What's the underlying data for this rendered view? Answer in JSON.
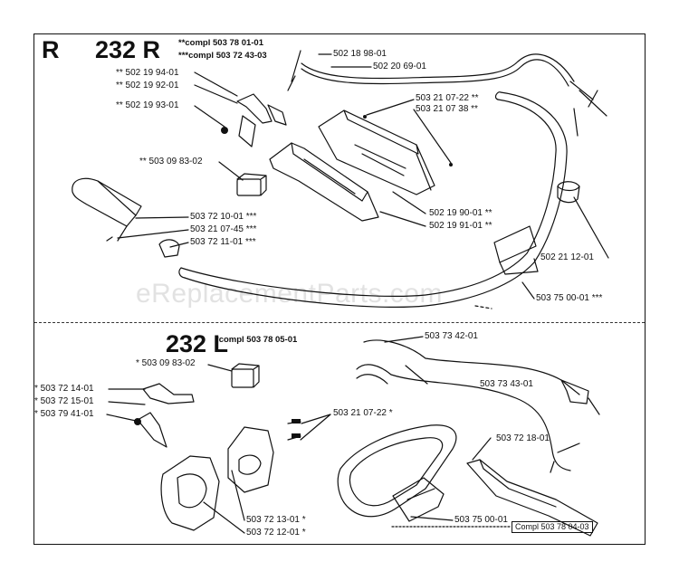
{
  "upper": {
    "section_letter": "R",
    "model": "232 R",
    "compl_notes": [
      "**compl 503 78 01-01",
      "***compl 503 72 43-03"
    ]
  },
  "lower": {
    "model": "232 L",
    "compl_note": "*compl 503 78 05-01",
    "compl_box": "Compl 503 78 04-03"
  },
  "watermark": "eReplacementParts.com",
  "part_labels": {
    "p_502_18_98_01": "502 18 98-01",
    "p_502_20_69_01": "502 20 69-01",
    "p_502_19_94_01": "** 502 19 94-01",
    "p_502_19_92_01": "** 502 19 92-01",
    "p_502_19_93_01": "** 502 19 93-01",
    "p_503_21_07_22_r": "503 21 07-22 **",
    "p_503_21_07_38": "503 21 07 38 **",
    "p_503_09_83_02_r": "** 503 09 83-02",
    "p_503_72_10_01": "503 72 10-01 ***",
    "p_503_21_07_45": "503 21 07-45 ***",
    "p_503_72_11_01": "503 72 11-01 ***",
    "p_502_19_90_01": "502 19 90-01 **",
    "p_502_19_91_01": "502 19 91-01 **",
    "p_502_21_12_01": "502 21 12-01",
    "p_503_75_00_01_r": "503 75 00-01 ***",
    "p_503_09_83_02_l": "* 503 09 83-02",
    "p_503_72_14_01": "* 503 72 14-01",
    "p_503_72_15_01": "* 503 72 15-01",
    "p_503_79_41_01": "* 503 79 41-01",
    "p_503_73_42_01": "503 73 42-01",
    "p_503_73_43_01": "503 73 43-01",
    "p_503_21_07_22_l": "503 21 07-22 *",
    "p_503_72_18_01": "503 72 18-01",
    "p_503_72_13_01": "503 72 13-01 *",
    "p_503_72_12_01": "503 72 12-01 *",
    "p_503_75_00_01_l": "503 75 00-01"
  }
}
